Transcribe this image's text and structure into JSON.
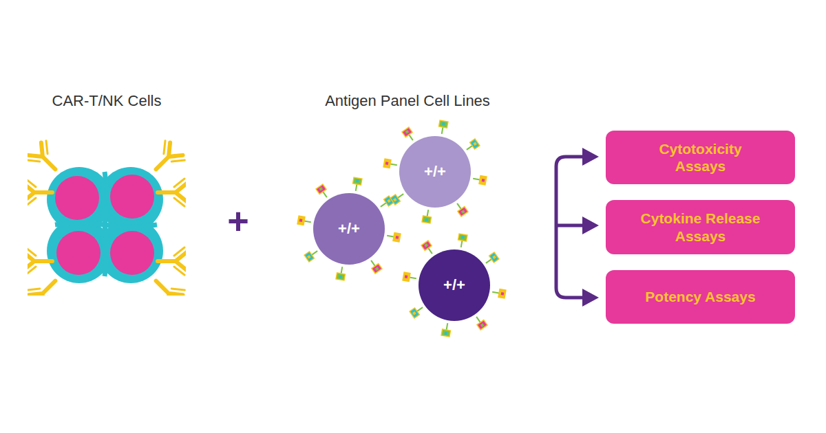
{
  "diagram": {
    "nodes": [
      {
        "text": [
          "CAR-T/NK Cells"
        ]
      },
      {
        "text": [
          "+/+"
        ]
      },
      {
        "text": [
          "+/+"
        ]
      },
      {
        "text": [
          "+/+"
        ]
      },
      {
        "text": [
          "Cytotoxicity Assays"
        ]
      },
      {
        "text": [
          "Cytokine Release Assays"
        ]
      },
      {
        "text": [
          "Potency Assays"
        ]
      }
    ],
    "labels": [
      "+",
      "Antigen Panel Cell Lines"
    ]
  }
}
